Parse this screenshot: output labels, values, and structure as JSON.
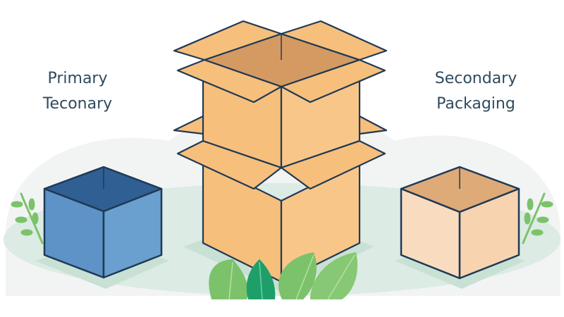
{
  "labels": {
    "left_line1": "Primary",
    "left_line2": "Teconary",
    "right_line1": "Secondary",
    "right_line2": "Packaging"
  },
  "colors": {
    "outline": "#1f3a55",
    "blue_front": "#5d93c6",
    "blue_side": "#6aa0d0",
    "blue_top": "#2f5f93",
    "cardboard": "#f7bf7c",
    "cardboard_inside": "#d49a62",
    "light_box": "#f9dcc0",
    "light_box_inside": "#deaa78",
    "ground": "#dcebe3",
    "backdrop": "#f2f4f4",
    "leaf": "#7cc26a",
    "leaf_dark": "#1e9f6a"
  }
}
